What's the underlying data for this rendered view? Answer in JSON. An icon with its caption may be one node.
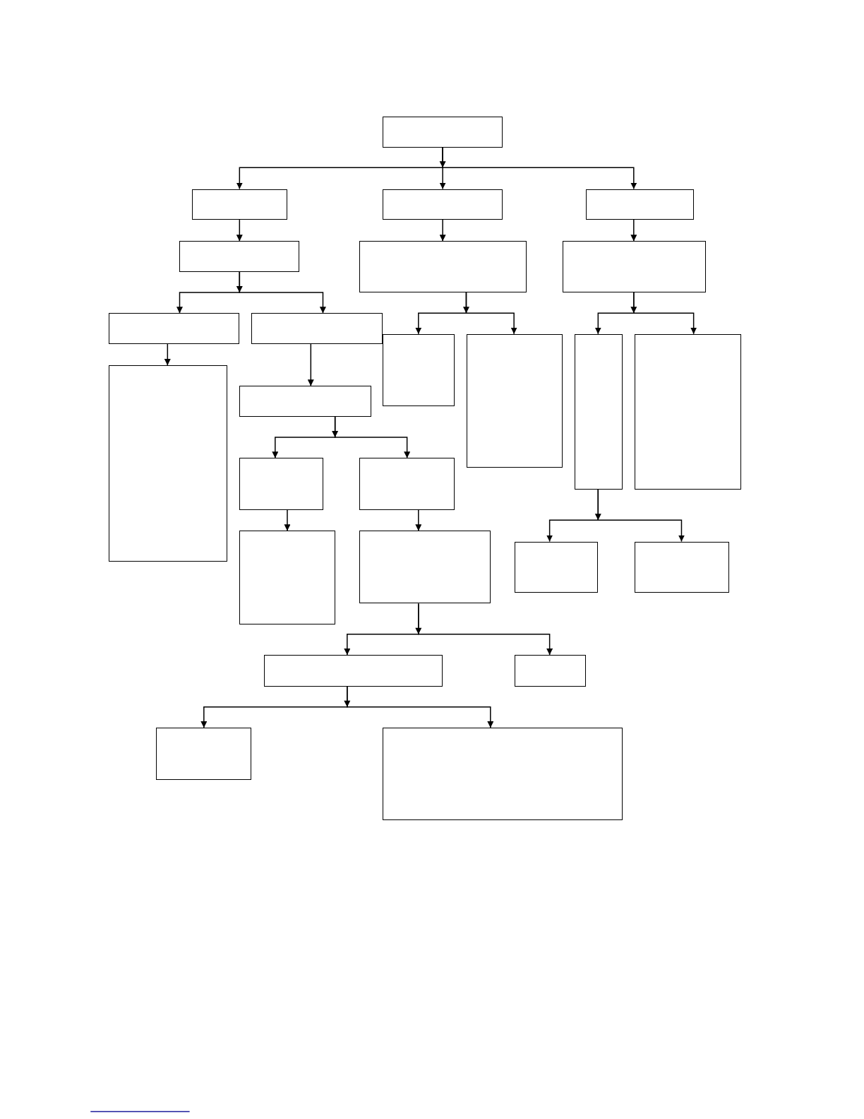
{
  "diagram": {
    "nodes": [
      {
        "text": [],
        "shape": "box"
      },
      {
        "text": [],
        "shape": "box"
      },
      {
        "text": [],
        "shape": "box"
      },
      {
        "text": [],
        "shape": "box"
      },
      {
        "text": [],
        "shape": "box"
      },
      {
        "text": [],
        "shape": "box"
      },
      {
        "text": [],
        "shape": "box"
      },
      {
        "text": [],
        "shape": "box"
      },
      {
        "text": [],
        "shape": "box"
      },
      {
        "text": [],
        "shape": "box"
      },
      {
        "text": [],
        "shape": "box"
      },
      {
        "text": [],
        "shape": "box"
      },
      {
        "text": [],
        "shape": "box"
      },
      {
        "text": [],
        "shape": "box"
      },
      {
        "text": [],
        "shape": "box"
      },
      {
        "text": [],
        "shape": "box"
      },
      {
        "text": [],
        "shape": "box"
      },
      {
        "text": [],
        "shape": "box"
      },
      {
        "text": [],
        "shape": "box"
      },
      {
        "text": [],
        "shape": "box"
      },
      {
        "text": [],
        "shape": "box"
      },
      {
        "text": [],
        "shape": "box"
      },
      {
        "text": [],
        "shape": "box"
      },
      {
        "text": [],
        "shape": "box"
      },
      {
        "text": [],
        "shape": "box"
      }
    ],
    "edges": [
      {
        "from": 0,
        "to": 1,
        "arrow": "to"
      },
      {
        "from": 0,
        "to": 2,
        "arrow": "to"
      },
      {
        "from": 0,
        "to": 3,
        "arrow": "to"
      },
      {
        "from": 1,
        "to": 4,
        "arrow": "to"
      },
      {
        "from": 2,
        "to": 5,
        "arrow": "to"
      },
      {
        "from": 3,
        "to": 6,
        "arrow": "to"
      },
      {
        "from": 4,
        "to": 7,
        "arrow": "to"
      },
      {
        "from": 4,
        "to": 8,
        "arrow": "to"
      },
      {
        "from": 5,
        "to": 9,
        "arrow": "to"
      },
      {
        "from": 5,
        "to": 10,
        "arrow": "to"
      },
      {
        "from": 6,
        "to": 11,
        "arrow": "to"
      },
      {
        "from": 6,
        "to": 12,
        "arrow": "to"
      },
      {
        "from": 7,
        "to": 13,
        "arrow": "to"
      },
      {
        "from": 8,
        "to": 14,
        "arrow": "to"
      },
      {
        "from": 14,
        "to": 15,
        "arrow": "to"
      },
      {
        "from": 14,
        "to": 16,
        "arrow": "to"
      },
      {
        "from": 15,
        "to": 17,
        "arrow": "to"
      },
      {
        "from": 16,
        "to": 18,
        "arrow": "to"
      },
      {
        "from": 11,
        "to": 19,
        "arrow": "to"
      },
      {
        "from": 11,
        "to": 20,
        "arrow": "to"
      },
      {
        "from": 18,
        "to": 21,
        "arrow": "to"
      },
      {
        "from": 18,
        "to": 22,
        "arrow": "to"
      },
      {
        "from": 21,
        "to": 23,
        "arrow": "to"
      },
      {
        "from": 21,
        "to": 24,
        "arrow": "to"
      }
    ]
  }
}
